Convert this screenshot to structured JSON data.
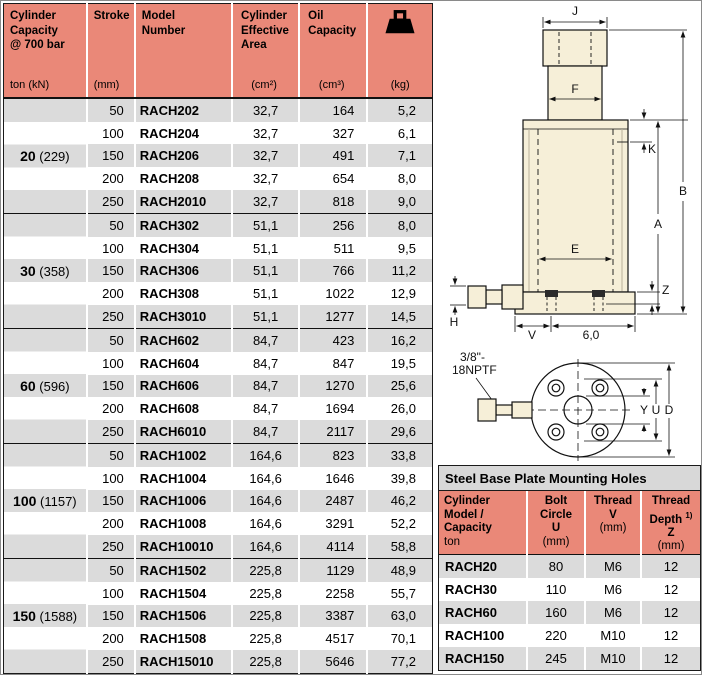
{
  "colors": {
    "header_bg": "#EA8878",
    "row_stripe": "#DBDBDB",
    "title_bar_bg": "#D8D8D8",
    "drawing_fill": "#F6EFD8"
  },
  "main_table": {
    "header": {
      "capacity_l1": "Cylinder",
      "capacity_l2": "Capacity",
      "capacity_l3": "@ 700 bar",
      "capacity_unit": "ton (kN)",
      "stroke_label": "Stroke",
      "stroke_unit": "(mm)",
      "model_l1": "Model",
      "model_l2": "Number",
      "area_l1": "Cylinder",
      "area_l2": "Effective",
      "area_l3": "Area",
      "area_unit": "(cm²)",
      "oil_l1": "Oil",
      "oil_l2": "Capacity",
      "oil_unit": "(cm³)",
      "weight_icon_name": "weight-kg-icon",
      "weight_unit": "(kg)"
    },
    "groups": [
      {
        "capacity": "20",
        "capacity_kn": "(229)",
        "rows": [
          {
            "stroke": "50",
            "model": "RACH202",
            "area": "32,7",
            "oil": "164",
            "kg": "5,2"
          },
          {
            "stroke": "100",
            "model": "RACH204",
            "area": "32,7",
            "oil": "327",
            "kg": "6,1"
          },
          {
            "stroke": "150",
            "model": "RACH206",
            "area": "32,7",
            "oil": "491",
            "kg": "7,1"
          },
          {
            "stroke": "200",
            "model": "RACH208",
            "area": "32,7",
            "oil": "654",
            "kg": "8,0"
          },
          {
            "stroke": "250",
            "model": "RACH2010",
            "area": "32,7",
            "oil": "818",
            "kg": "9,0"
          }
        ]
      },
      {
        "capacity": "30",
        "capacity_kn": "(358)",
        "rows": [
          {
            "stroke": "50",
            "model": "RACH302",
            "area": "51,1",
            "oil": "256",
            "kg": "8,0"
          },
          {
            "stroke": "100",
            "model": "RACH304",
            "area": "51,1",
            "oil": "511",
            "kg": "9,5"
          },
          {
            "stroke": "150",
            "model": "RACH306",
            "area": "51,1",
            "oil": "766",
            "kg": "11,2"
          },
          {
            "stroke": "200",
            "model": "RACH308",
            "area": "51,1",
            "oil": "1022",
            "kg": "12,9"
          },
          {
            "stroke": "250",
            "model": "RACH3010",
            "area": "51,1",
            "oil": "1277",
            "kg": "14,5"
          }
        ]
      },
      {
        "capacity": "60",
        "capacity_kn": "(596)",
        "rows": [
          {
            "stroke": "50",
            "model": "RACH602",
            "area": "84,7",
            "oil": "423",
            "kg": "16,2"
          },
          {
            "stroke": "100",
            "model": "RACH604",
            "area": "84,7",
            "oil": "847",
            "kg": "19,5"
          },
          {
            "stroke": "150",
            "model": "RACH606",
            "area": "84,7",
            "oil": "1270",
            "kg": "25,6"
          },
          {
            "stroke": "200",
            "model": "RACH608",
            "area": "84,7",
            "oil": "1694",
            "kg": "26,0"
          },
          {
            "stroke": "250",
            "model": "RACH6010",
            "area": "84,7",
            "oil": "2117",
            "kg": "29,6"
          }
        ]
      },
      {
        "capacity": "100",
        "capacity_kn": "(1157)",
        "rows": [
          {
            "stroke": "50",
            "model": "RACH1002",
            "area": "164,6",
            "oil": "823",
            "kg": "33,8"
          },
          {
            "stroke": "100",
            "model": "RACH1004",
            "area": "164,6",
            "oil": "1646",
            "kg": "39,8"
          },
          {
            "stroke": "150",
            "model": "RACH1006",
            "area": "164,6",
            "oil": "2487",
            "kg": "46,2"
          },
          {
            "stroke": "200",
            "model": "RACH1008",
            "area": "164,6",
            "oil": "3291",
            "kg": "52,2"
          },
          {
            "stroke": "250",
            "model": "RACH10010",
            "area": "164,6",
            "oil": "4114",
            "kg": "58,8"
          }
        ]
      },
      {
        "capacity": "150",
        "capacity_kn": "(1588)",
        "rows": [
          {
            "stroke": "50",
            "model": "RACH1502",
            "area": "225,8",
            "oil": "1129",
            "kg": "48,9"
          },
          {
            "stroke": "100",
            "model": "RACH1504",
            "area": "225,8",
            "oil": "2258",
            "kg": "55,7"
          },
          {
            "stroke": "150",
            "model": "RACH1506",
            "area": "225,8",
            "oil": "3387",
            "kg": "63,0"
          },
          {
            "stroke": "200",
            "model": "RACH1508",
            "area": "225,8",
            "oil": "4517",
            "kg": "70,1"
          },
          {
            "stroke": "250",
            "model": "RACH15010",
            "area": "225,8",
            "oil": "5646",
            "kg": "77,2"
          }
        ]
      }
    ]
  },
  "drawing": {
    "labels": {
      "j": "J",
      "f": "F",
      "k": "K",
      "b": "B",
      "a": "A",
      "e": "E",
      "z": "Z",
      "h": "H",
      "v": "V",
      "base": "6,0",
      "port_l1": "3/8\"-",
      "port_l2": "18NPTF",
      "y": "Y",
      "u": "U",
      "d": "D"
    }
  },
  "mounting_table": {
    "title": "Steel Base Plate Mounting Holes",
    "header": {
      "model_l1": "Cylinder",
      "model_l2": "Model /",
      "model_l3": "Capacity",
      "model_l4": "ton",
      "u_l1": "Bolt",
      "u_l2": "Circle",
      "u_l3": "U",
      "u_l4": "(mm)",
      "v_l1": "Thread",
      "v_l2": "",
      "v_l3": "V",
      "v_l4": "(mm)",
      "z_l1": "Thread",
      "z_l2": "Depth ",
      "z_sup": "1)",
      "z_l3": "Z",
      "z_l4": "(mm)"
    },
    "rows": [
      {
        "model": "RACH20",
        "u": "80",
        "v": "M6",
        "z": "12"
      },
      {
        "model": "RACH30",
        "u": "110",
        "v": "M6",
        "z": "12"
      },
      {
        "model": "RACH60",
        "u": "160",
        "v": "M6",
        "z": "12"
      },
      {
        "model": "RACH100",
        "u": "220",
        "v": "M10",
        "z": "12"
      },
      {
        "model": "RACH150",
        "u": "245",
        "v": "M10",
        "z": "12"
      }
    ]
  }
}
